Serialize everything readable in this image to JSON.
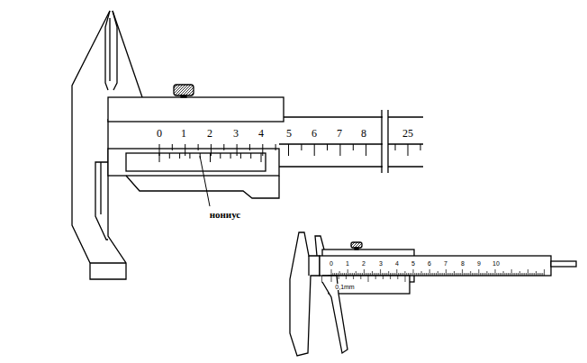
{
  "diagram": {
    "labels": [
      "0",
      "1",
      "2",
      "3",
      "4",
      "5",
      "6",
      "7",
      "8",
      "25",
      "нониус",
      "0",
      "1",
      "2",
      "3",
      "4",
      "5",
      "6",
      "7",
      "8",
      "9",
      "10",
      "0,1mm"
    ]
  }
}
